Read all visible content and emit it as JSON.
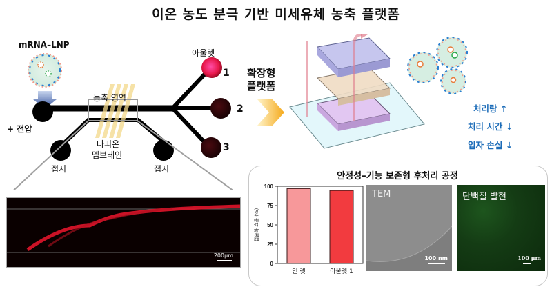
{
  "title": "이온 농도 분극 기반  미세유체 농축 플랫폼",
  "left_diagram": {
    "particle_label": "mRNA–LNP",
    "voltage_label": "+ 전압",
    "concentration_zone_label": "농축 영역",
    "membrane_label_line1": "나피온",
    "membrane_label_line2": "멤브레인",
    "ground_left_label": "접지",
    "ground_right_label": "접지",
    "outlet_label": "아울렛",
    "outlets": [
      {
        "number": "1",
        "color": "#e8174a"
      },
      {
        "number": "2",
        "color": "#2a0508"
      },
      {
        "number": "3",
        "color": "#2a0508"
      }
    ],
    "micrograph_scale": "200μm"
  },
  "arrow_label_line1": "확장형",
  "arrow_label_line2": "플랫폼",
  "benefits": [
    {
      "text": "처리량",
      "arrow": "↑"
    },
    {
      "text": "처리 시간",
      "arrow": "↓"
    },
    {
      "text": "입자 손실",
      "arrow": "↓"
    }
  ],
  "panel": {
    "title": "안정성–기능 보존형 후처리 공정",
    "tem_label": "TEM",
    "tem_scale": "100 nm",
    "expression_label": "단백질 발현",
    "expression_scale": "100 μm"
  },
  "colors": {
    "accent_blue": "#1c6cb8",
    "bar_inlet": "#f7989a",
    "bar_outlet": "#f23b3f",
    "arrow_yellow": "#f5b41e"
  },
  "chart_data": {
    "type": "bar",
    "title": "",
    "xlabel": "",
    "ylabel": "캡슐화 효율 (%)",
    "categories": [
      "인 렛",
      "아울렛 1"
    ],
    "values": [
      97,
      94.5
    ],
    "ylim": [
      0,
      100
    ],
    "yticks": [
      0,
      25,
      50,
      75,
      100
    ],
    "grid": false,
    "bar_colors": [
      "#f7989a",
      "#f23b3f"
    ]
  }
}
